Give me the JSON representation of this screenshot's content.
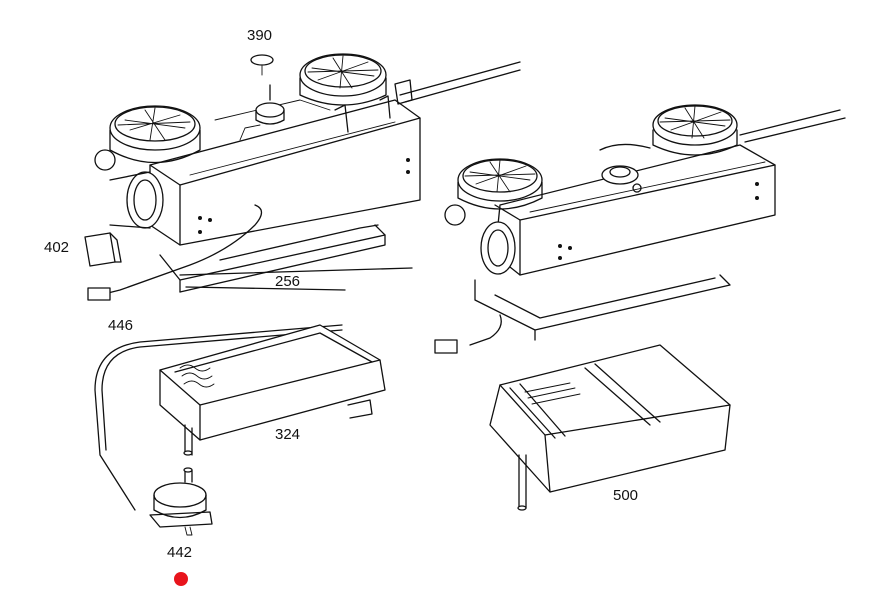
{
  "diagram": {
    "labels": {
      "p390": "390",
      "p402": "402",
      "p256": "256",
      "p446": "446",
      "p324": "324",
      "p442": "442",
      "p500": "500"
    },
    "marker_color": "#e8141c"
  }
}
